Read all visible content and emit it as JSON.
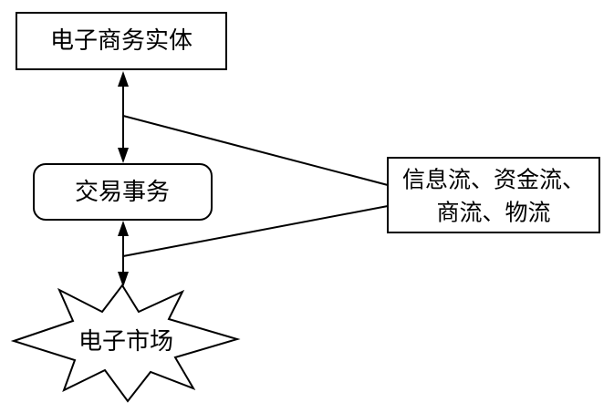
{
  "nodes": {
    "entity": {
      "label": "电子商务实体"
    },
    "transaction": {
      "label": "交易事务"
    },
    "flows": {
      "line1": "信息流、资金流、",
      "line2": "商流、物流"
    },
    "market": {
      "label": "电子市场"
    }
  },
  "edges": [
    {
      "from": "entity",
      "to": "transaction",
      "type": "bidirectional-arrow"
    },
    {
      "from": "transaction",
      "to": "market",
      "type": "bidirectional-arrow"
    },
    {
      "from": "entity-transaction-link",
      "to": "flows",
      "type": "line"
    },
    {
      "from": "transaction-market-link",
      "to": "flows",
      "type": "line"
    }
  ]
}
